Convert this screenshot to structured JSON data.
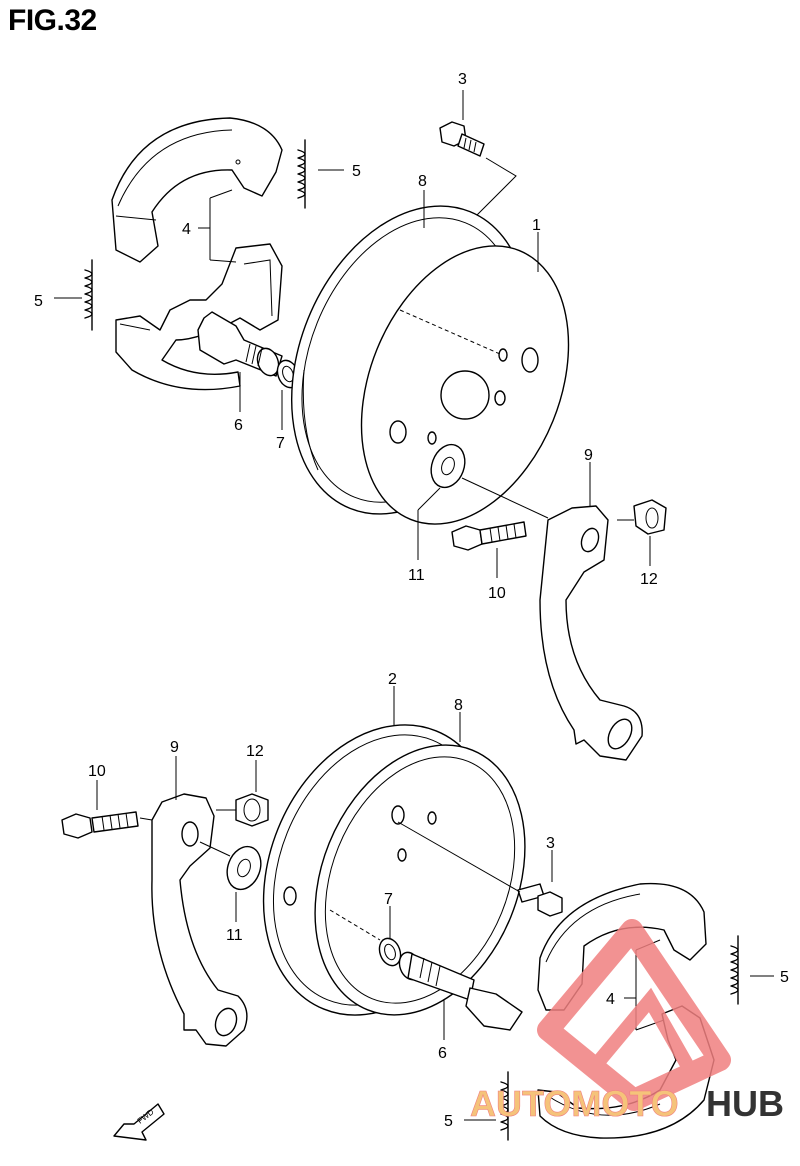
{
  "figure": {
    "title": "FIG.32"
  },
  "callouts": [
    {
      "id": "c3-top",
      "text": "3"
    },
    {
      "id": "c5-top",
      "text": "5"
    },
    {
      "id": "c8-top",
      "text": "8"
    },
    {
      "id": "c1",
      "text": "1"
    },
    {
      "id": "c4-top",
      "text": "4"
    },
    {
      "id": "c5-left",
      "text": "5"
    },
    {
      "id": "c6-top",
      "text": "6"
    },
    {
      "id": "c7-top",
      "text": "7"
    },
    {
      "id": "c9-top",
      "text": "9"
    },
    {
      "id": "c11-top",
      "text": "11"
    },
    {
      "id": "c10-top",
      "text": "10"
    },
    {
      "id": "c12-top",
      "text": "12"
    },
    {
      "id": "c2",
      "text": "2"
    },
    {
      "id": "c8-bottom",
      "text": "8"
    },
    {
      "id": "c9-bottom",
      "text": "9"
    },
    {
      "id": "c10-bottom",
      "text": "10"
    },
    {
      "id": "c12-bottom",
      "text": "12"
    },
    {
      "id": "c3-bottom",
      "text": "3"
    },
    {
      "id": "c7-bottom",
      "text": "7"
    },
    {
      "id": "c11-bottom",
      "text": "11"
    },
    {
      "id": "c5-right",
      "text": "5"
    },
    {
      "id": "c4-bottom",
      "text": "4"
    },
    {
      "id": "c6-bottom",
      "text": "6"
    },
    {
      "id": "c5-bottom",
      "text": "5"
    }
  ],
  "direction_marker": {
    "label": "FWD"
  },
  "watermark": {
    "part1": "AUTOMOTO",
    "part2": "HUB",
    "color_primary": "#f08080",
    "color_secondary": "#f5c37a",
    "color_dark": "#333333"
  }
}
